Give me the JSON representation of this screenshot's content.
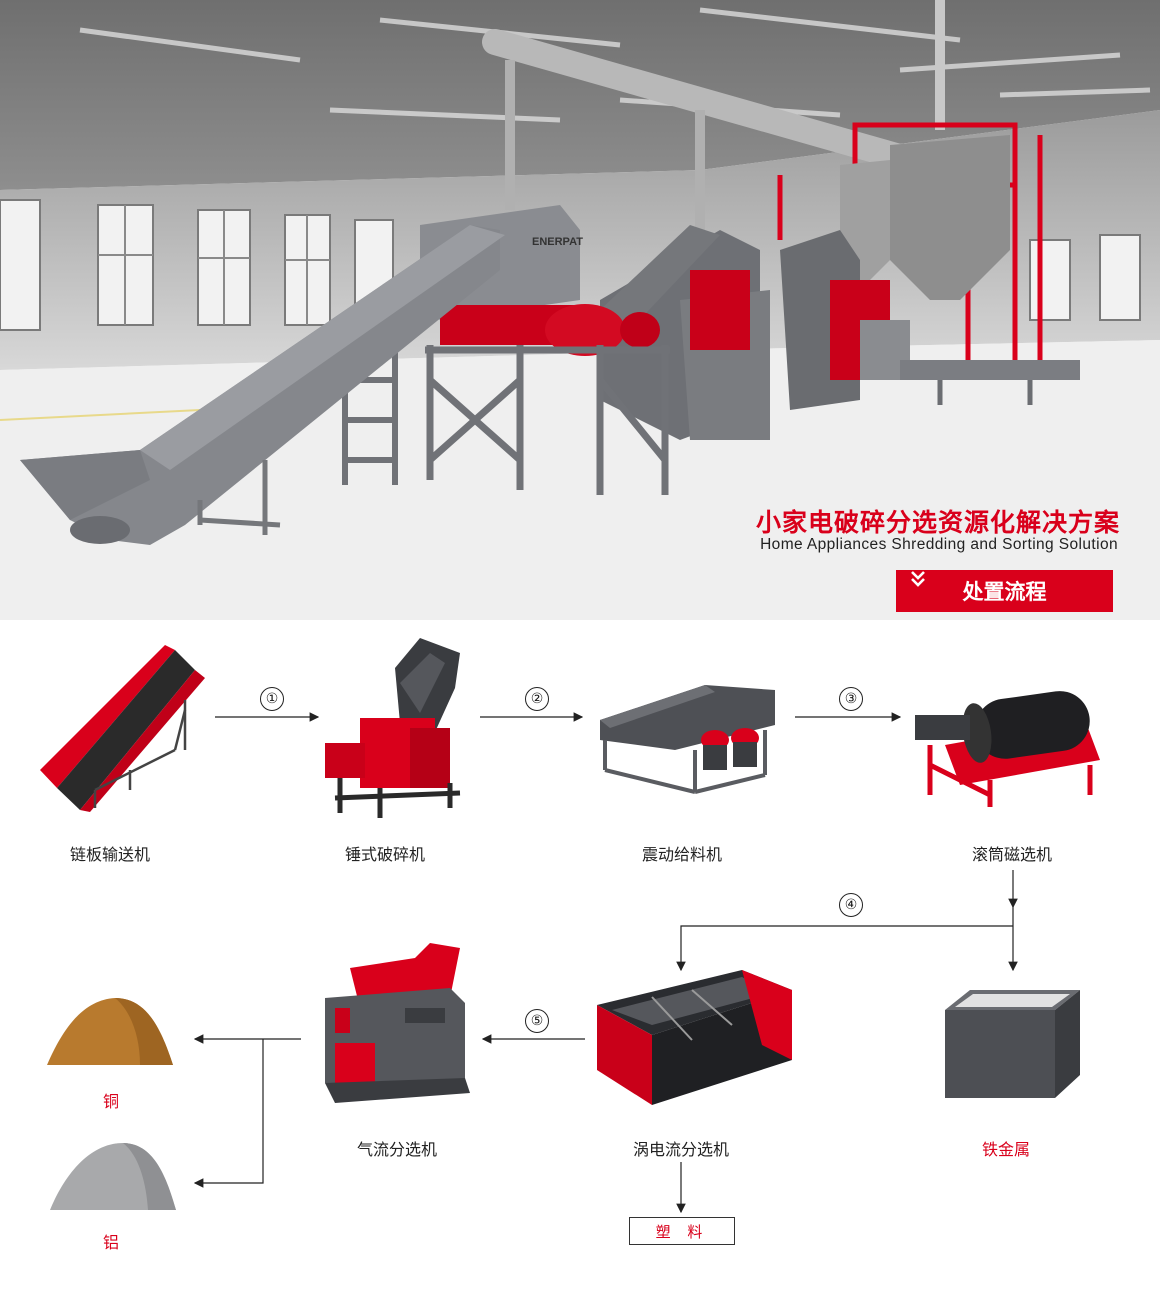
{
  "hero": {
    "title_cn": "小家电破碎分选资源化解决方案",
    "title_en": "Home Appliances Shredding and Sorting Solution",
    "brand": "ENERPAT",
    "flow_button": "处置流程",
    "flow_button_icon": "double-chevron-down-icon"
  },
  "flow": {
    "steps": [
      "①",
      "②",
      "③",
      "④",
      "⑤"
    ],
    "machines": [
      "链板输送机",
      "锤式破碎机",
      "震动给料机",
      "滚筒磁选机",
      "涡电流分选机",
      "气流分选机"
    ],
    "outputs": {
      "iron": "铁金属",
      "copper": "铜",
      "aluminum": "铝",
      "plastic": "塑 料"
    }
  },
  "colors": {
    "accent": "#d9001b",
    "machine_gray": "#5b5e63",
    "copper": "#b87a2e",
    "aluminum": "#a8a9ab"
  }
}
